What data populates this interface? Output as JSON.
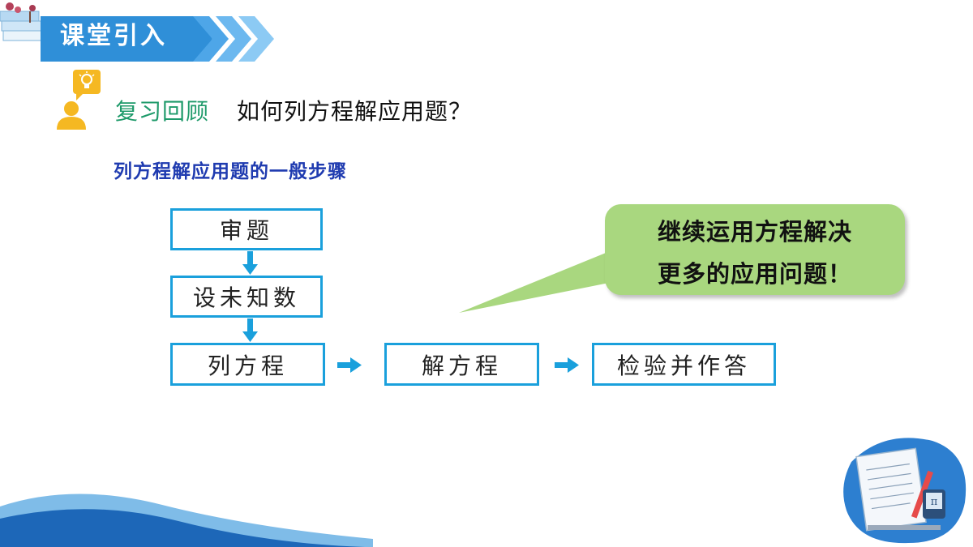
{
  "header": {
    "title": "课堂引入"
  },
  "review": {
    "label": "复习回顾",
    "question": "如何列方程解应用题？"
  },
  "steps_title": "列方程解应用题的一般步骤",
  "steps": [
    {
      "label": "审题"
    },
    {
      "label": "设未知数"
    },
    {
      "label": "列方程"
    },
    {
      "label": "解方程"
    },
    {
      "label": "检验并作答"
    }
  ],
  "callout": {
    "text": "继续运用方程解决更多的应用问题！"
  },
  "illustration": {
    "pi_symbol": "π"
  },
  "colors": {
    "banner_blue": "#2f8fd8",
    "review_green": "#1e9a6a",
    "steps_title_blue": "#1f3bb0",
    "box_border": "#1aa0dc",
    "arrow_blue": "#1aa0dc",
    "callout_green": "#a9d77f",
    "icon_yellow": "#f5b822"
  }
}
